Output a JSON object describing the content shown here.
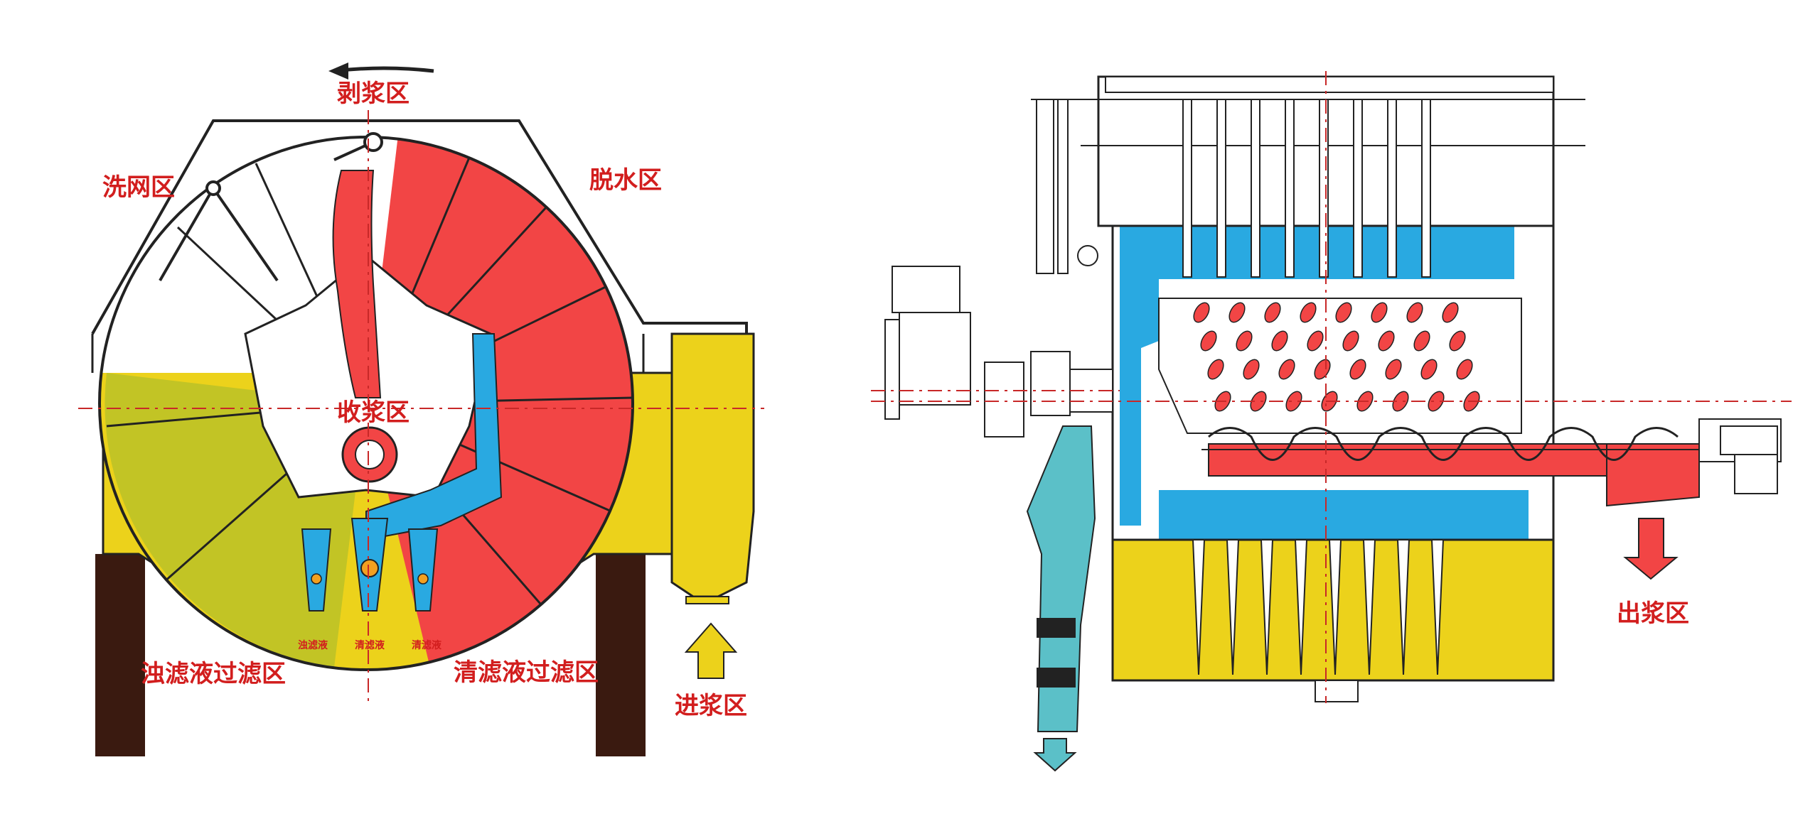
{
  "left_diagram": {
    "zones": {
      "peel": "剥浆区",
      "wash": "洗网区",
      "dewater": "脱水区",
      "collect": "收浆区",
      "turbid": "浊滤液过滤区",
      "clear": "清滤液过滤区",
      "inlet": "进浆区"
    },
    "outlet_labels": [
      "浊滤液",
      "清滤液",
      "清滤液"
    ]
  },
  "right_diagram": {
    "zones": {
      "outlet": "出浆区"
    }
  },
  "colors": {
    "red": "#f24545",
    "yellow": "#ecd21b",
    "olive": "#c2c425",
    "blue": "#29a9e1",
    "teal": "#5bc0c8",
    "leg": "#3a1a10",
    "line": "#222222",
    "label": "#d21e1e"
  }
}
